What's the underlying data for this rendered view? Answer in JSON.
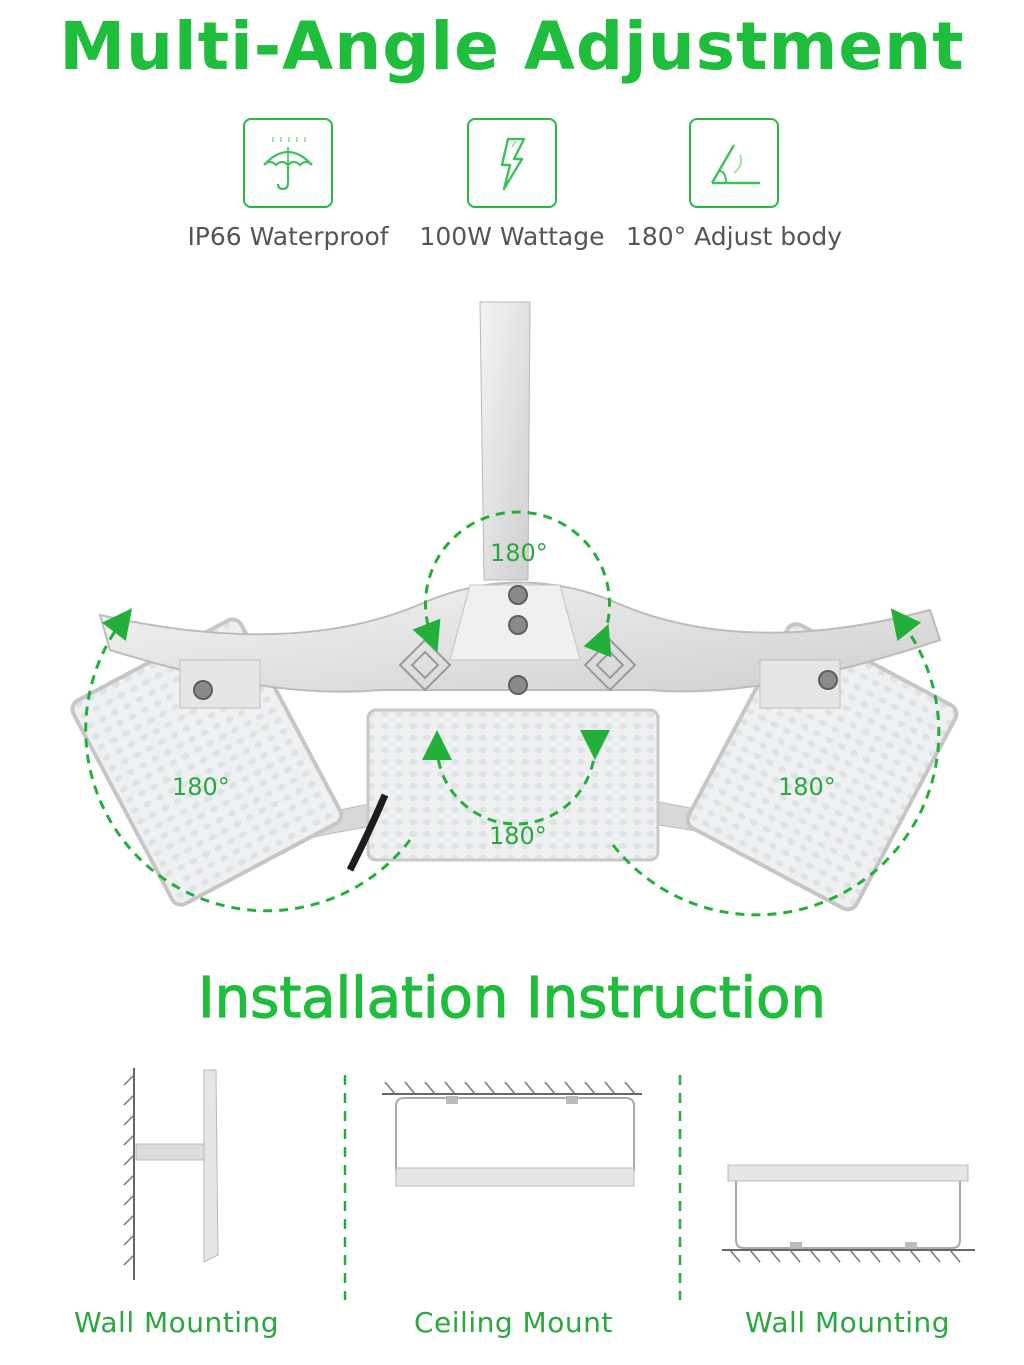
{
  "heading_top": "Multi-Angle Adjustment",
  "features": [
    {
      "icon": "umbrella-icon",
      "label": "IP66 Waterproof"
    },
    {
      "icon": "lightning-icon",
      "label": "100W Wattage"
    },
    {
      "icon": "angle-icon",
      "label": "180° Adjust body"
    }
  ],
  "angles": {
    "top": "180°",
    "left": "180°",
    "center": "180°",
    "right": "180°"
  },
  "heading_bottom": "Installation Instruction",
  "mounts": [
    "Wall Mounting",
    "Ceiling Mount",
    "Wall Mounting"
  ],
  "colors": {
    "accent": "#1fbd3c",
    "label": "#555555"
  }
}
